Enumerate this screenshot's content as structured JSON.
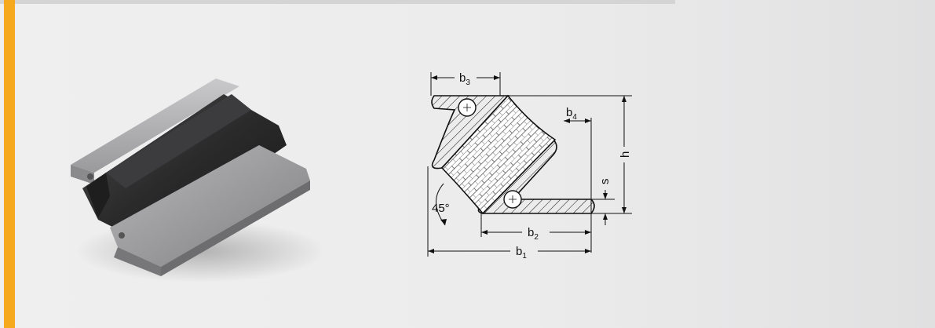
{
  "colors": {
    "accent": "#f6a91d",
    "rubber": "#2b2b2c",
    "aluminium": "#9c9c9e",
    "line": "#111111"
  },
  "drawing": {
    "dimensions": {
      "b3": {
        "letter": "b",
        "sub": "3"
      },
      "b4": {
        "letter": "b",
        "sub": "4"
      },
      "b2": {
        "letter": "b",
        "sub": "2"
      },
      "b1": {
        "letter": "b",
        "sub": "1"
      },
      "h": {
        "letter": "h"
      },
      "s": {
        "letter": "s"
      }
    },
    "angle_label": "45°"
  }
}
